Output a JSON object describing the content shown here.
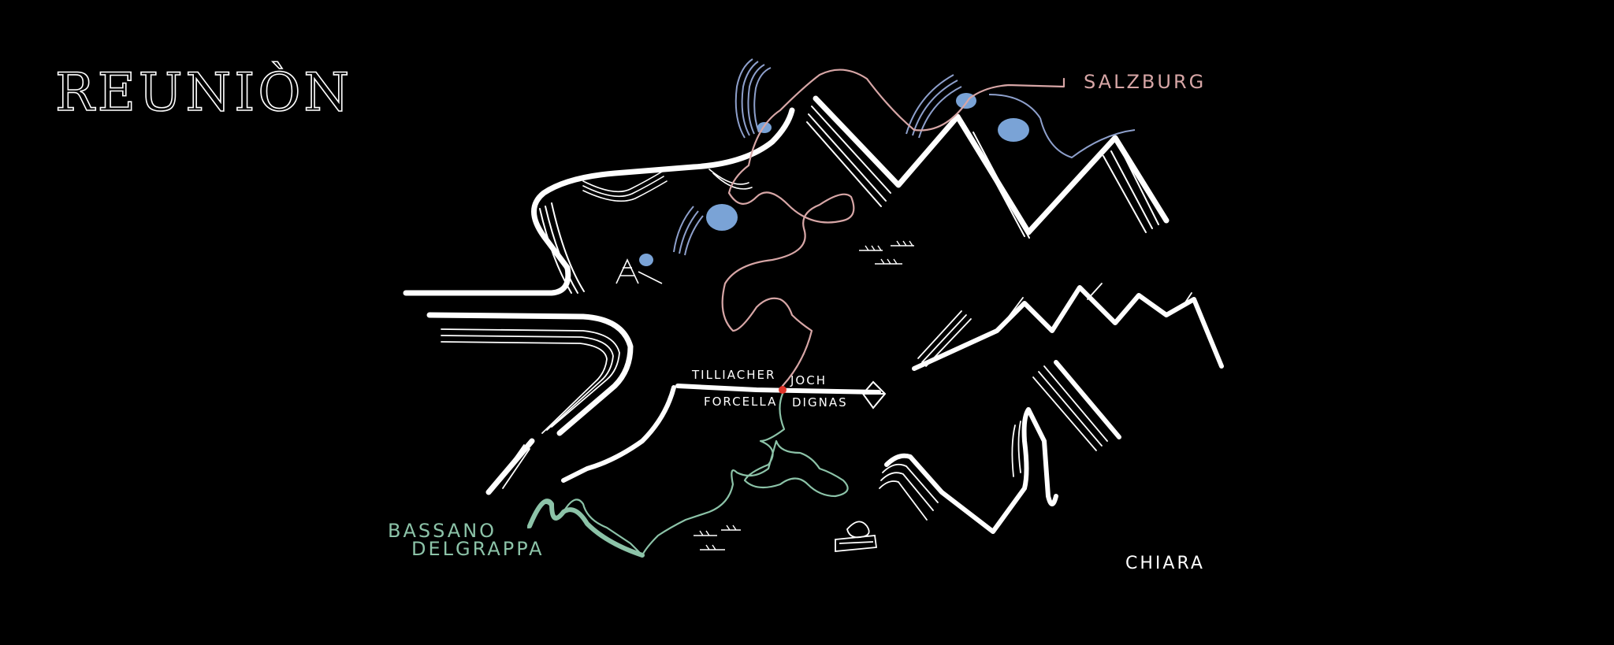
{
  "title": "REUNIÒN",
  "places": {
    "salzburg": "SALZBURG",
    "bassano_line1": "BASSANO",
    "bassano_line2": "DELGRAPPA",
    "pass_north_left": "TILLIACHER",
    "pass_north_right": "JOCH",
    "pass_south_left": "FORCELLA",
    "pass_south_right": "DIGNAS"
  },
  "signature": "CHIARA",
  "colors": {
    "background": "#000000",
    "mountains": "#ffffff",
    "north_route": "#d7a6a6",
    "south_route": "#8cc3a8",
    "lakes": "#7aa3d6",
    "rivers": "#8ea0cc",
    "pass_marker": "#e0352b"
  },
  "icons": [
    "summit-diamond-icon",
    "hut-icon",
    "cake-icon",
    "forest-icon",
    "pass-marker-icon"
  ]
}
